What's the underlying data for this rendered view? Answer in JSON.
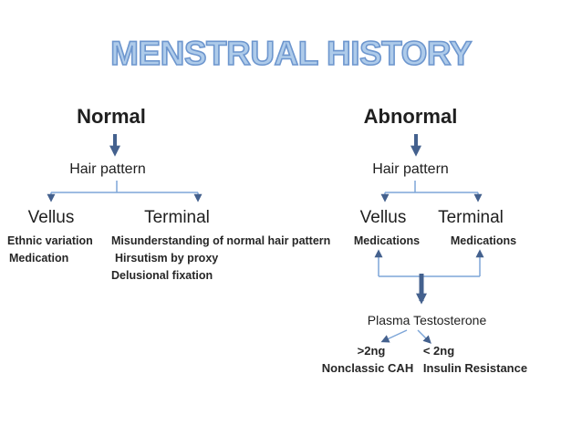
{
  "title": "MENSTRUAL HISTORY",
  "colors": {
    "title_fill": "#AECBEA",
    "title_stroke": "#6D96CE",
    "line": "#7EA6D8",
    "arrow": "#44618E",
    "text": "#1F1F1F"
  },
  "normal": {
    "label": "Normal",
    "node": "Hair pattern",
    "vellus": {
      "label": "Vellus",
      "items": [
        "Ethnic variation",
        "Medication"
      ]
    },
    "terminal": {
      "label": "Terminal",
      "items": [
        "Misunderstanding of normal hair pattern",
        "Hirsutism by proxy",
        "Delusional fixation"
      ]
    }
  },
  "abnormal": {
    "label": "Abnormal",
    "node": "Hair pattern",
    "vellus": {
      "label": "Vellus",
      "item": "Medications"
    },
    "terminal": {
      "label": "Terminal",
      "item": "Medications"
    },
    "test": {
      "label": "Plasma Testosterone",
      "high": {
        "value": ">2ng",
        "diagnosis": "Nonclassic CAH"
      },
      "low": {
        "value": "< 2ng",
        "diagnosis": "Insulin Resistance"
      }
    }
  }
}
